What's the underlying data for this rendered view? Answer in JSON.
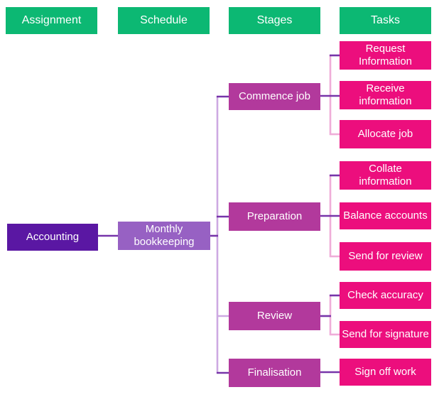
{
  "headers": [
    {
      "label": "Assignment"
    },
    {
      "label": "Schedule"
    },
    {
      "label": "Stages"
    },
    {
      "label": "Tasks"
    }
  ],
  "tree": {
    "assignment": {
      "label": "Accounting"
    },
    "schedule": {
      "label": "Monthly bookkeeping"
    },
    "stages": [
      {
        "label": "Commence job",
        "tasks": [
          {
            "label": "Request Information"
          },
          {
            "label": "Receive information"
          },
          {
            "label": "Allocate job"
          }
        ]
      },
      {
        "label": "Preparation",
        "tasks": [
          {
            "label": "Collate information"
          },
          {
            "label": "Balance accounts"
          },
          {
            "label": "Send for review"
          }
        ]
      },
      {
        "label": "Review",
        "tasks": [
          {
            "label": "Check accuracy"
          },
          {
            "label": "Send for signature"
          }
        ]
      },
      {
        "label": "Finalisation",
        "tasks": [
          {
            "label": "Sign off work"
          }
        ]
      }
    ]
  },
  "colors": {
    "header_green": "#0cb873",
    "assignment_purple": "#5a17a3",
    "schedule_purple": "#9761c3",
    "stage_magenta": "#b2399c",
    "task_pink": "#ec0e7d",
    "connector_dark_purple": "#7735a9",
    "connector_light_purple": "#cda9e2",
    "connector_light_pink": "#efadd8"
  }
}
